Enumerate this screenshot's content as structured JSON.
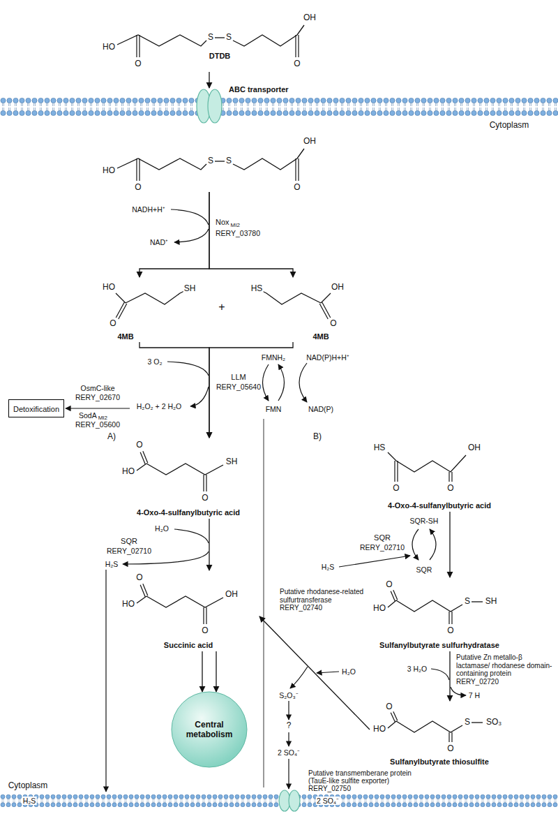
{
  "diagram": {
    "nodes": [
      {
        "text": [
          "HO",
          "O",
          "S",
          "S",
          "O",
          "OH",
          "DTDB"
        ]
      },
      {
        "text": [
          "ABC transporter"
        ]
      },
      {
        "text": [
          "HO",
          "O",
          "S",
          "S",
          "O",
          "OH"
        ]
      },
      {
        "text": [
          "HO",
          "O",
          "SH",
          "4MB"
        ]
      },
      {
        "text": [
          "HS",
          "O",
          "OH",
          "4MB"
        ]
      },
      {
        "text": [
          "Detoxification"
        ]
      },
      {
        "text": [
          "O",
          "HO",
          "O",
          "SH",
          "4-Oxo-4-sulfanylbutyric acid"
        ]
      },
      {
        "text": [
          "HS",
          "O",
          "OH",
          "O",
          "4-Oxo-4-sulfanylbutyric acid"
        ]
      },
      {
        "text": [
          "O",
          "HO",
          "O",
          "OH",
          "Succinic acid"
        ]
      },
      {
        "text": [
          "O",
          "HO",
          "O",
          "S",
          "SH",
          "Sulfanylbutyrate sulfurhydratase"
        ]
      },
      {
        "text": [
          "Central metabolism"
        ]
      },
      {
        "text": [
          "O",
          "HO",
          "O",
          "S",
          "SO₃",
          "Sulfanylbutyrate thiosulfite"
        ]
      },
      {
        "text": [
          "Putative transmemberane protein (TauE-like sulfite exporter)",
          "RERY_02750"
        ]
      }
    ],
    "edges": [
      {
        "from": 0,
        "to": 1,
        "arrow": "to"
      },
      {
        "from": 2,
        "to": 3,
        "arrow": "to"
      },
      {
        "from": 2,
        "to": 4,
        "arrow": "to"
      },
      {
        "from": 3,
        "to": 6,
        "arrow": "to"
      },
      {
        "from": 4,
        "to": 6,
        "arrow": "to"
      },
      {
        "from": 6,
        "to": 8,
        "arrow": "to"
      },
      {
        "from": 8,
        "to": 10,
        "arrow": "to"
      },
      {
        "from": 8,
        "to": 10,
        "arrow": "to"
      },
      {
        "from": 7,
        "to": 9,
        "arrow": "to"
      },
      {
        "from": 9,
        "to": 11,
        "arrow": "to"
      },
      {
        "from": 11,
        "to": 8,
        "arrow": "to"
      }
    ],
    "labels": [
      "Cytoplasm",
      "NADH+H⁺",
      "NAD⁺",
      "Nox",
      "MI2",
      "RERY_03780",
      "+",
      "3 O₂",
      "FMNH₂",
      "NAD(P)H+H⁺",
      "LLM",
      "RERY_05640",
      "FMN",
      "NAD(P)",
      "H₂O₂ + 2 H₂O",
      "OsmC-like",
      "RERY_02670",
      "SodA",
      "MI2",
      "RERY_05600",
      "A)",
      "B)",
      "H₂O",
      "SQR",
      "RERY_02710",
      "H₂S",
      "SQR-SH",
      "SQR",
      "RERY_02710",
      "H₂S",
      "SQR",
      "Putative rhodanese-related sulfurtransferase",
      "RERY_02740",
      "S₂O₃⁻",
      "H₂O",
      "3 H₂O",
      "Putative Zn metallo-β lactamase/ rhodanese domain-containing protein",
      "RERY_02720",
      "7 H",
      "?",
      "2 SO₄⁻",
      "Cytoplasm",
      "H₂S",
      "2 SO₄⁻"
    ]
  }
}
